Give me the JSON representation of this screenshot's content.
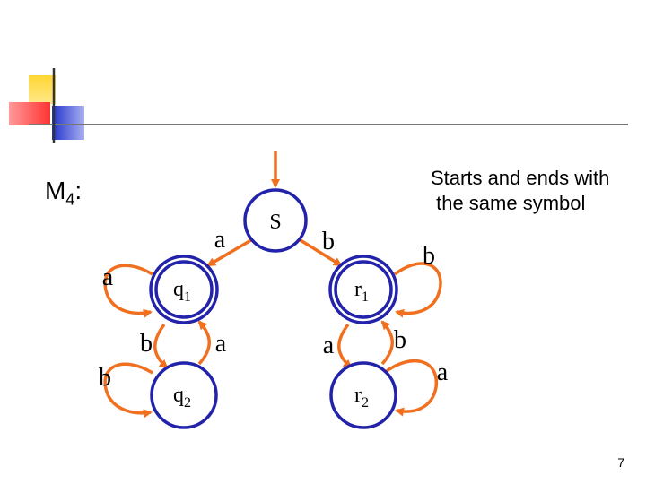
{
  "slide": {
    "machine_name": "M",
    "machine_subscript": "4",
    "machine_suffix": ":",
    "description_line1": "Starts and ends with",
    "description_line2": " the same symbol",
    "page_number": "7"
  },
  "diagram": {
    "states": {
      "s": {
        "label": "S",
        "sub": ""
      },
      "q1": {
        "label": "q",
        "sub": "1"
      },
      "r1": {
        "label": "r",
        "sub": "1"
      },
      "q2": {
        "label": "q",
        "sub": "2"
      },
      "r2": {
        "label": "r",
        "sub": "2"
      }
    },
    "transitions": {
      "s_q1": "a",
      "s_r1": "b",
      "q1_loop": "a",
      "r1_loop": "b",
      "q1_q2": "b",
      "q2_q1": "a",
      "r1_r2": "a",
      "r2_r1": "b",
      "q2_loop": "b",
      "r2_loop": "a"
    },
    "colors": {
      "state_stroke": "#2222aa",
      "arrow": "#f07020",
      "text": "#000000"
    }
  },
  "decoration": {
    "colors": {
      "yellow": "#ffcc33",
      "red": "#ff4444",
      "blue": "#3344dd",
      "rule": "#777777"
    }
  }
}
